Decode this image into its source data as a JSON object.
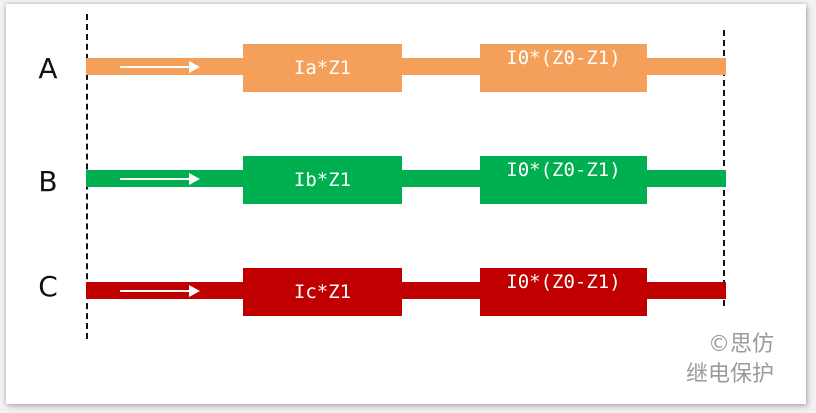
{
  "colors": {
    "A": "#f4a05a",
    "B": "#00b050",
    "C": "#c00000"
  },
  "phases": [
    {
      "label": "A",
      "box1": "Ia*Z1",
      "box2": "I0*(Z0-Z1)"
    },
    {
      "label": "B",
      "box1": "Ib*Z1",
      "box2": "I0*(Z0-Z1)"
    },
    {
      "label": "C",
      "box1": "Ic*Z1",
      "box2": "I0*(Z0-Z1)"
    }
  ],
  "watermark": {
    "line1": "©思仿",
    "line2": "继电保护"
  }
}
